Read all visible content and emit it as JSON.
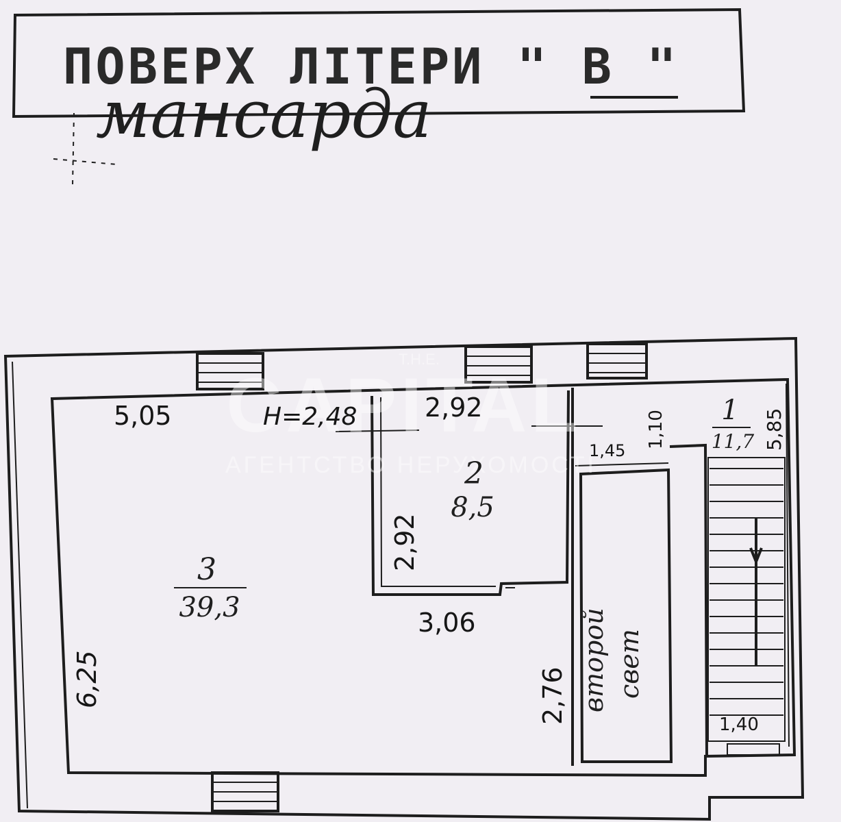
{
  "header": {
    "stamp_title": "ПОВЕРХ  ЛІТЕРИ \" В \"",
    "handwritten_subtitle": "мансарда"
  },
  "watermark": {
    "line1": "T.H.E.",
    "line2": "CAPITAL",
    "line3": "АГЕНТСТВО НЕРУХОМОСТІ"
  },
  "plan": {
    "rooms": [
      {
        "number": "3",
        "area": "39,3"
      },
      {
        "number": "2",
        "area": "8,5"
      },
      {
        "number": "1",
        "area": "11,7"
      }
    ],
    "label_second_light": [
      "второй",
      "свет"
    ],
    "height_label": "Н=2,48",
    "dimensions": {
      "room3_top": "5,05",
      "room3_left": "6,25",
      "room2_top": "2,92",
      "room2_left": "2,92",
      "room2_bottom": "3,06",
      "right_vertical": "2,76",
      "hall_width": "1,45",
      "hall_small": "1,10",
      "stair_side": "5,85",
      "stair_bottom": "1,40"
    }
  },
  "colors": {
    "paper": "#f1eef3",
    "ink": "#1d1d1d"
  }
}
